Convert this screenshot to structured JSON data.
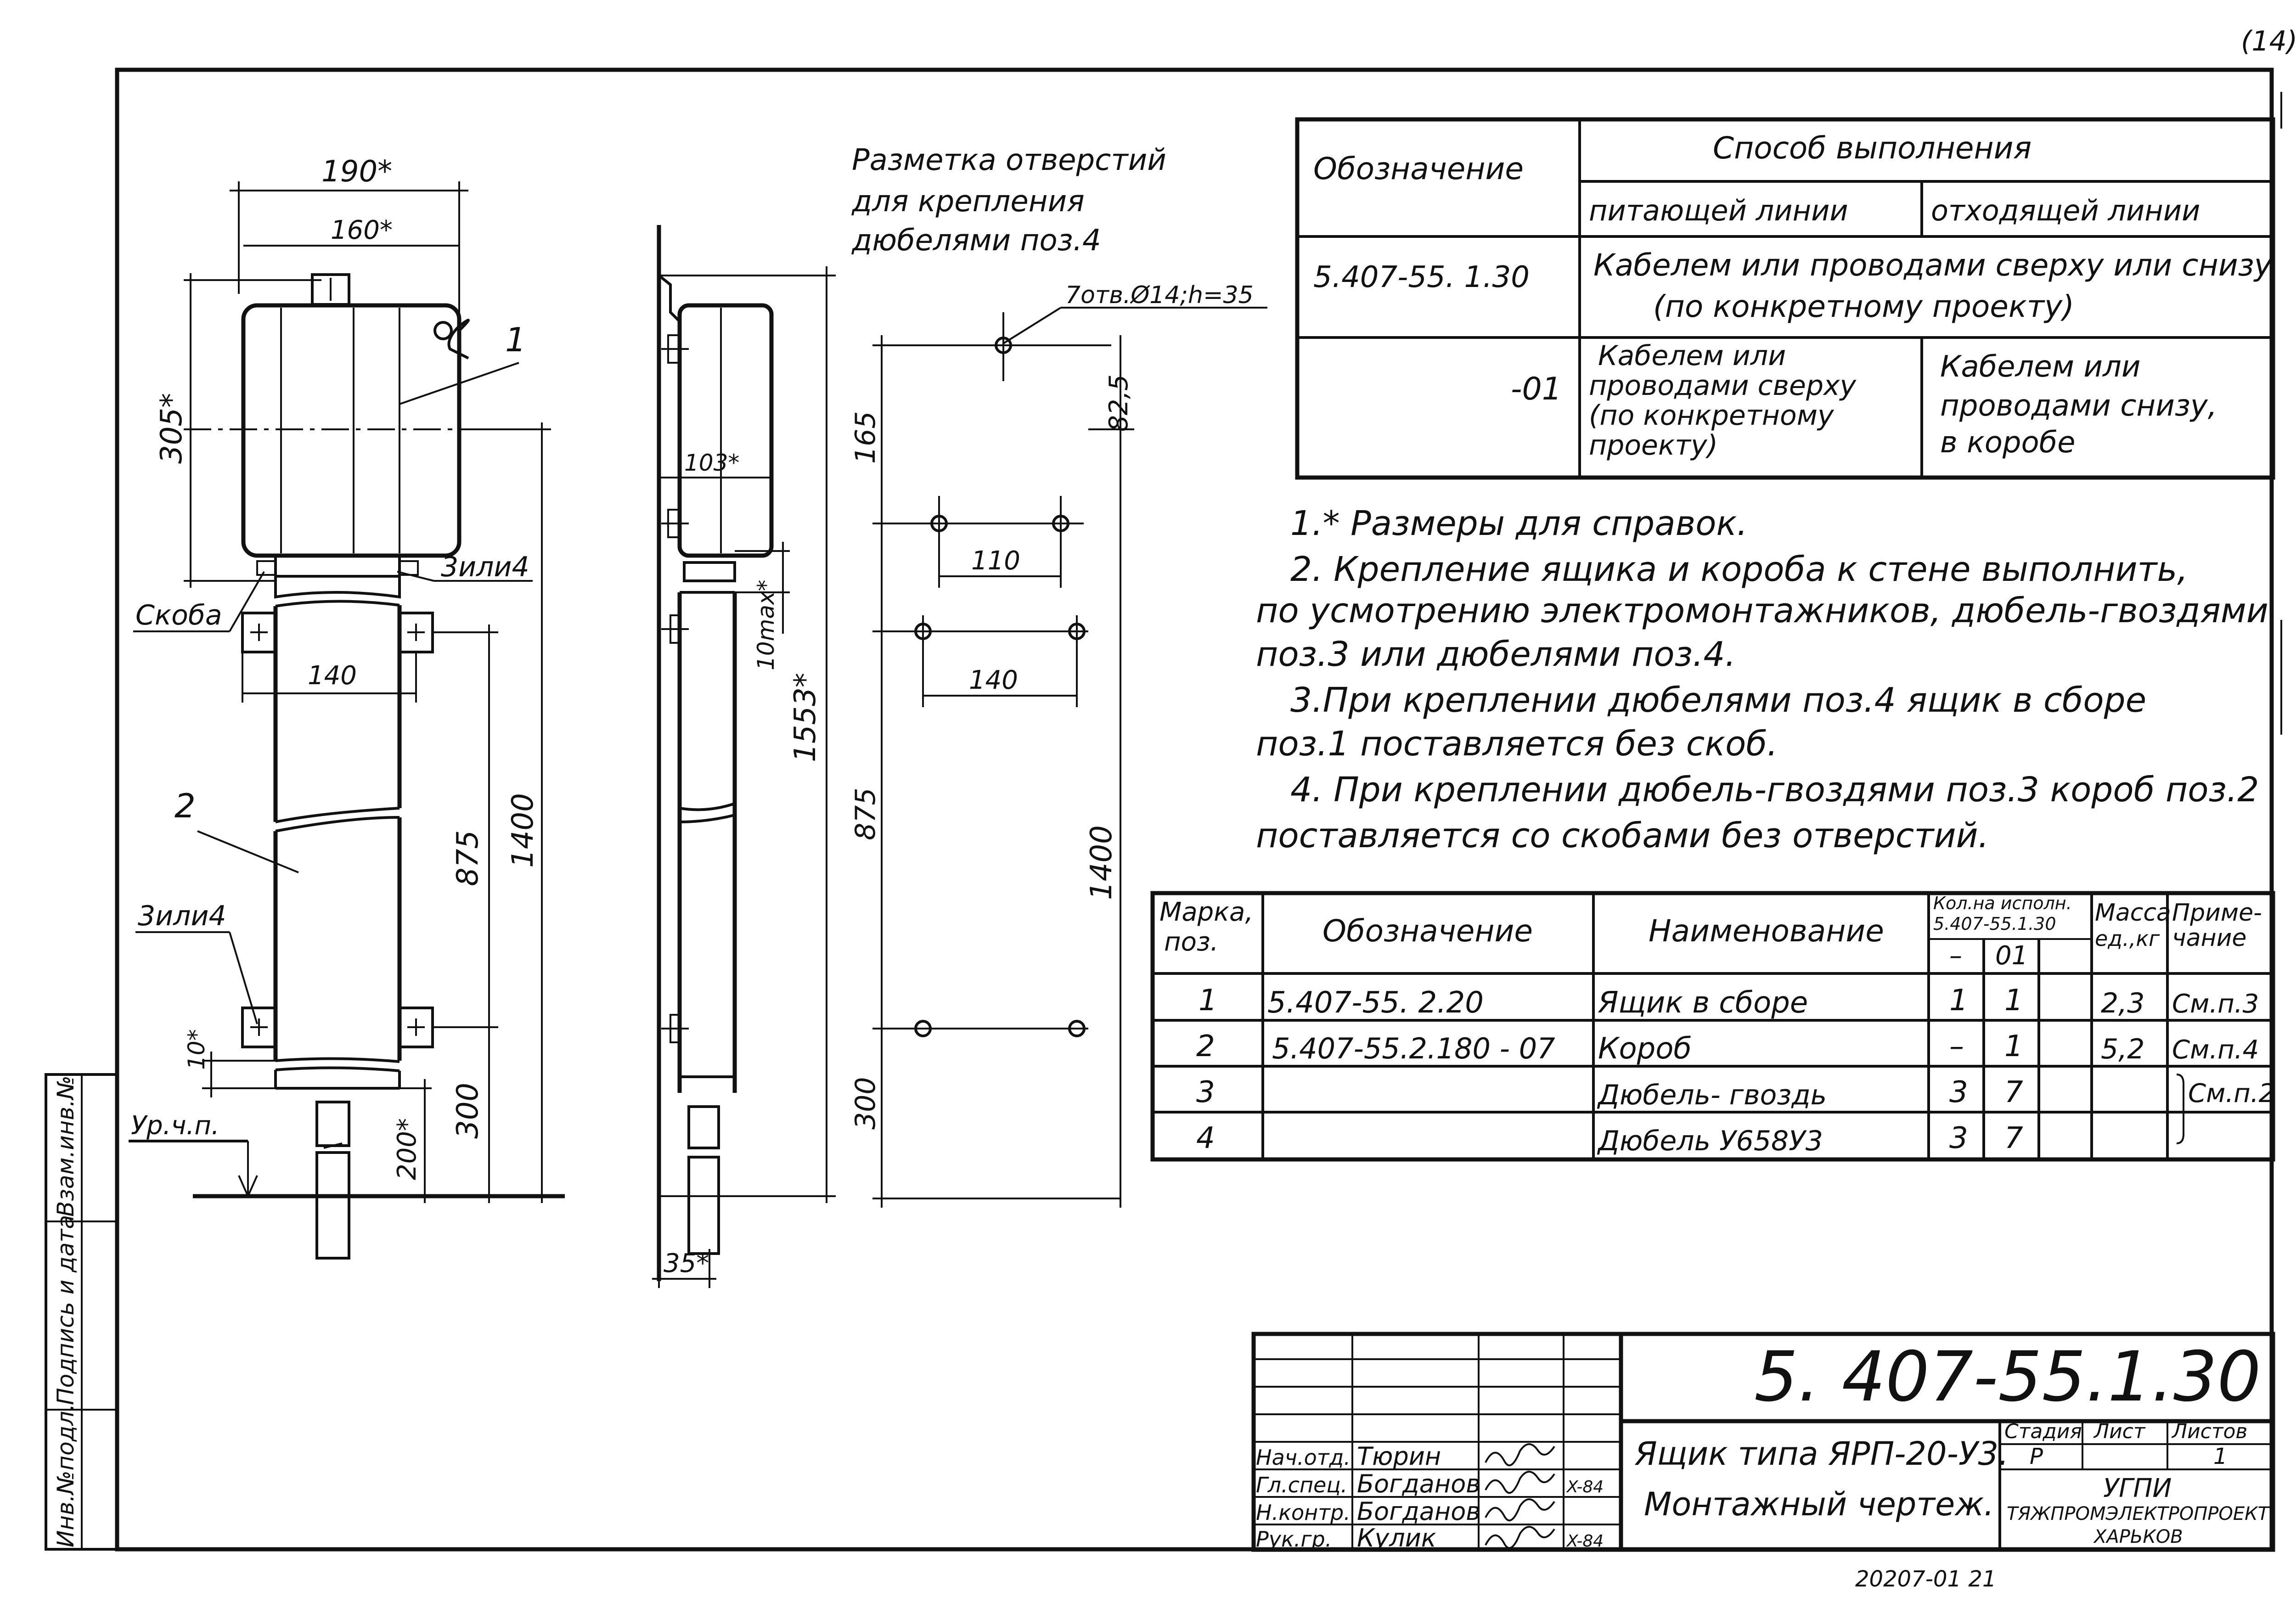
{
  "sheet": {
    "page_number": "(14)",
    "bottom_code": "20207-01 21",
    "markup_title": [
      "Разметка отверстий",
      "для крепления",
      "дюбелями поз.4"
    ]
  },
  "dims": {
    "d190": "190*",
    "d160": "160*",
    "d305": "305*",
    "d140": "140",
    "d875": "875",
    "d1400": "1400",
    "d300": "300",
    "d200": "200*",
    "d10": "10*",
    "d103": "103*",
    "d10max": "10max*",
    "d1553": "1553*",
    "d35": "35*",
    "holes": "7отв.Ø14;h=35",
    "r165": "165",
    "r825": "82,5",
    "r110": "110",
    "r140": "140",
    "r875": "875",
    "r300": "300",
    "r1400": "1400"
  },
  "labels": {
    "pos1": "1",
    "pos2": "2",
    "skoba": "Скоба",
    "opt_a": "3или4",
    "opt_b": "3или4",
    "floor": "Ур.ч.п."
  },
  "mode_table": {
    "col_oboz": "Обозначение",
    "col_sposob": "Способ выполнения",
    "col_feed": "питающей линии",
    "col_out": "отходящей линии",
    "row1_code": "5.407-55. 1.30",
    "row1_text": [
      "Кабелем или проводами сверху или снизу",
      "(по конкретному проекту)"
    ],
    "row2_code": "-01",
    "row2_feed": [
      "Кабелем или",
      "проводами сверху",
      "(по конкретному",
      "проекту)"
    ],
    "row2_out": [
      "Кабелем или",
      "проводами снизу,",
      "в коробе"
    ]
  },
  "notes": [
    "1.* Размеры для справок.",
    "2. Крепление ящика и короба к стене выполнить,",
    "по усмотрению электромонтажников, дюбель-гвоздями",
    "поз.3 или дюбелями поз.4.",
    "3.При креплении дюбелями поз.4 ящик в сборе",
    "поз.1 поставляется без скоб.",
    "4. При креплении дюбель-гвоздями поз.3 короб поз.2",
    "поставляется со скобами без отверстий."
  ],
  "spec": {
    "headers": {
      "mark": [
        "Марка,",
        "поз."
      ],
      "oboz": "Обозначение",
      "name": "Наименование",
      "qty": [
        "Кол.на исполн.",
        "5.407-55.1.30"
      ],
      "qty_a": "–",
      "qty_b": "01",
      "mass": [
        "Масса",
        "ед.,кг"
      ],
      "note": [
        "Приме-",
        "чание"
      ]
    },
    "rows": [
      {
        "mark": "1",
        "oboz": "5.407-55. 2.20",
        "name": "Ящик в сборе",
        "q1": "1",
        "q2": "1",
        "mass": "2,3",
        "note": "См.п.3"
      },
      {
        "mark": "2",
        "oboz": "5.407-55.2.180 - 07",
        "name": "Короб",
        "q1": "–",
        "q2": "1",
        "mass": "5,2",
        "note": "См.п.4"
      },
      {
        "mark": "3",
        "oboz": "",
        "name": "Дюбель- гвоздь",
        "q1": "3",
        "q2": "7",
        "mass": "",
        "note": "См.п.2"
      },
      {
        "mark": "4",
        "oboz": "",
        "name": "Дюбель У658У3",
        "q1": "3",
        "q2": "7",
        "mass": "",
        "note": ""
      }
    ]
  },
  "title_block": {
    "doc_number": "5. 407-55.1.30",
    "title": "Ящик типа ЯРП-20-У3.",
    "subtitle": "Монтажный чертеж.",
    "stage_hdr": "Стадия",
    "sheet_hdr": "Лист",
    "sheets_hdr": "Листов",
    "stage": "Р",
    "sheets": "1",
    "org": [
      "УГПИ",
      "ТЯЖПРОМЭЛЕКТРОПРОЕКТ",
      "ХАРЬКОВ"
    ],
    "people": [
      {
        "role": "Нач.отд.",
        "name": "Тюрин",
        "date": ""
      },
      {
        "role": "Гл.спец.",
        "name": "Богданов",
        "date": "X-84"
      },
      {
        "role": "Н.контр.",
        "name": "Богданов",
        "date": ""
      },
      {
        "role": "Рук.гр.",
        "name": "Кулик",
        "date": "X-84"
      }
    ]
  },
  "side_stamp": {
    "inv": "Инв.№подл.",
    "sign": "Подпись и дата",
    "inv2": "Взам.инв.№"
  }
}
